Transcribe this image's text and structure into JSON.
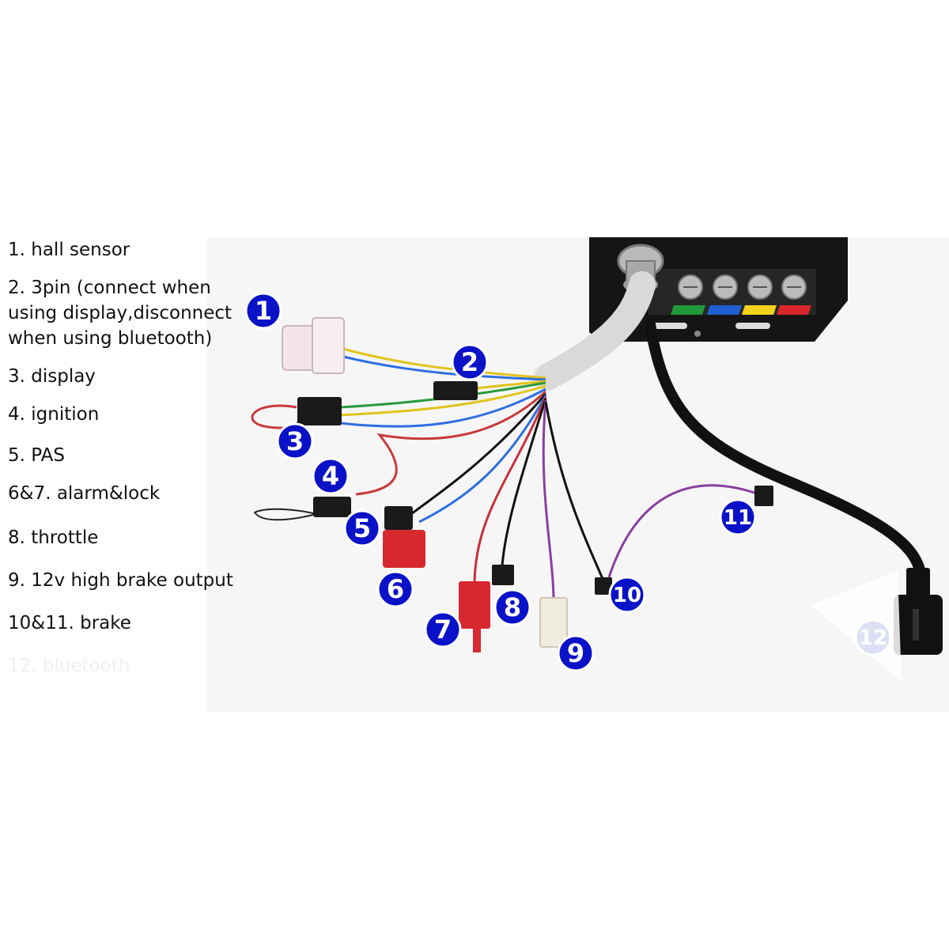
{
  "legend": {
    "items": [
      {
        "text": "1. hall sensor"
      },
      {
        "text": "2. 3pin (connect when\nusing display,disconnect\nwhen using bluetooth)"
      },
      {
        "text": "3. display"
      },
      {
        "text": "4. ignition"
      },
      {
        "text": "5. PAS"
      },
      {
        "text": "6&7. alarm&lock"
      },
      {
        "text": "8. throttle"
      },
      {
        "text": "9. 12v high brake output"
      },
      {
        "text": "10&11. brake"
      },
      {
        "text": "12. bluetooth"
      }
    ]
  },
  "badges": [
    "1",
    "2",
    "3",
    "4",
    "5",
    "6",
    "7",
    "8",
    "9",
    "10",
    "11",
    "12"
  ],
  "colors": {
    "badge_fill": "#0a12c8",
    "badge_ring": "#ffffff",
    "controller_body": "#111111",
    "terminal_strip": [
      "#1f9a3a",
      "#1f5fd1",
      "#f2d21b",
      "#d8262a"
    ]
  }
}
